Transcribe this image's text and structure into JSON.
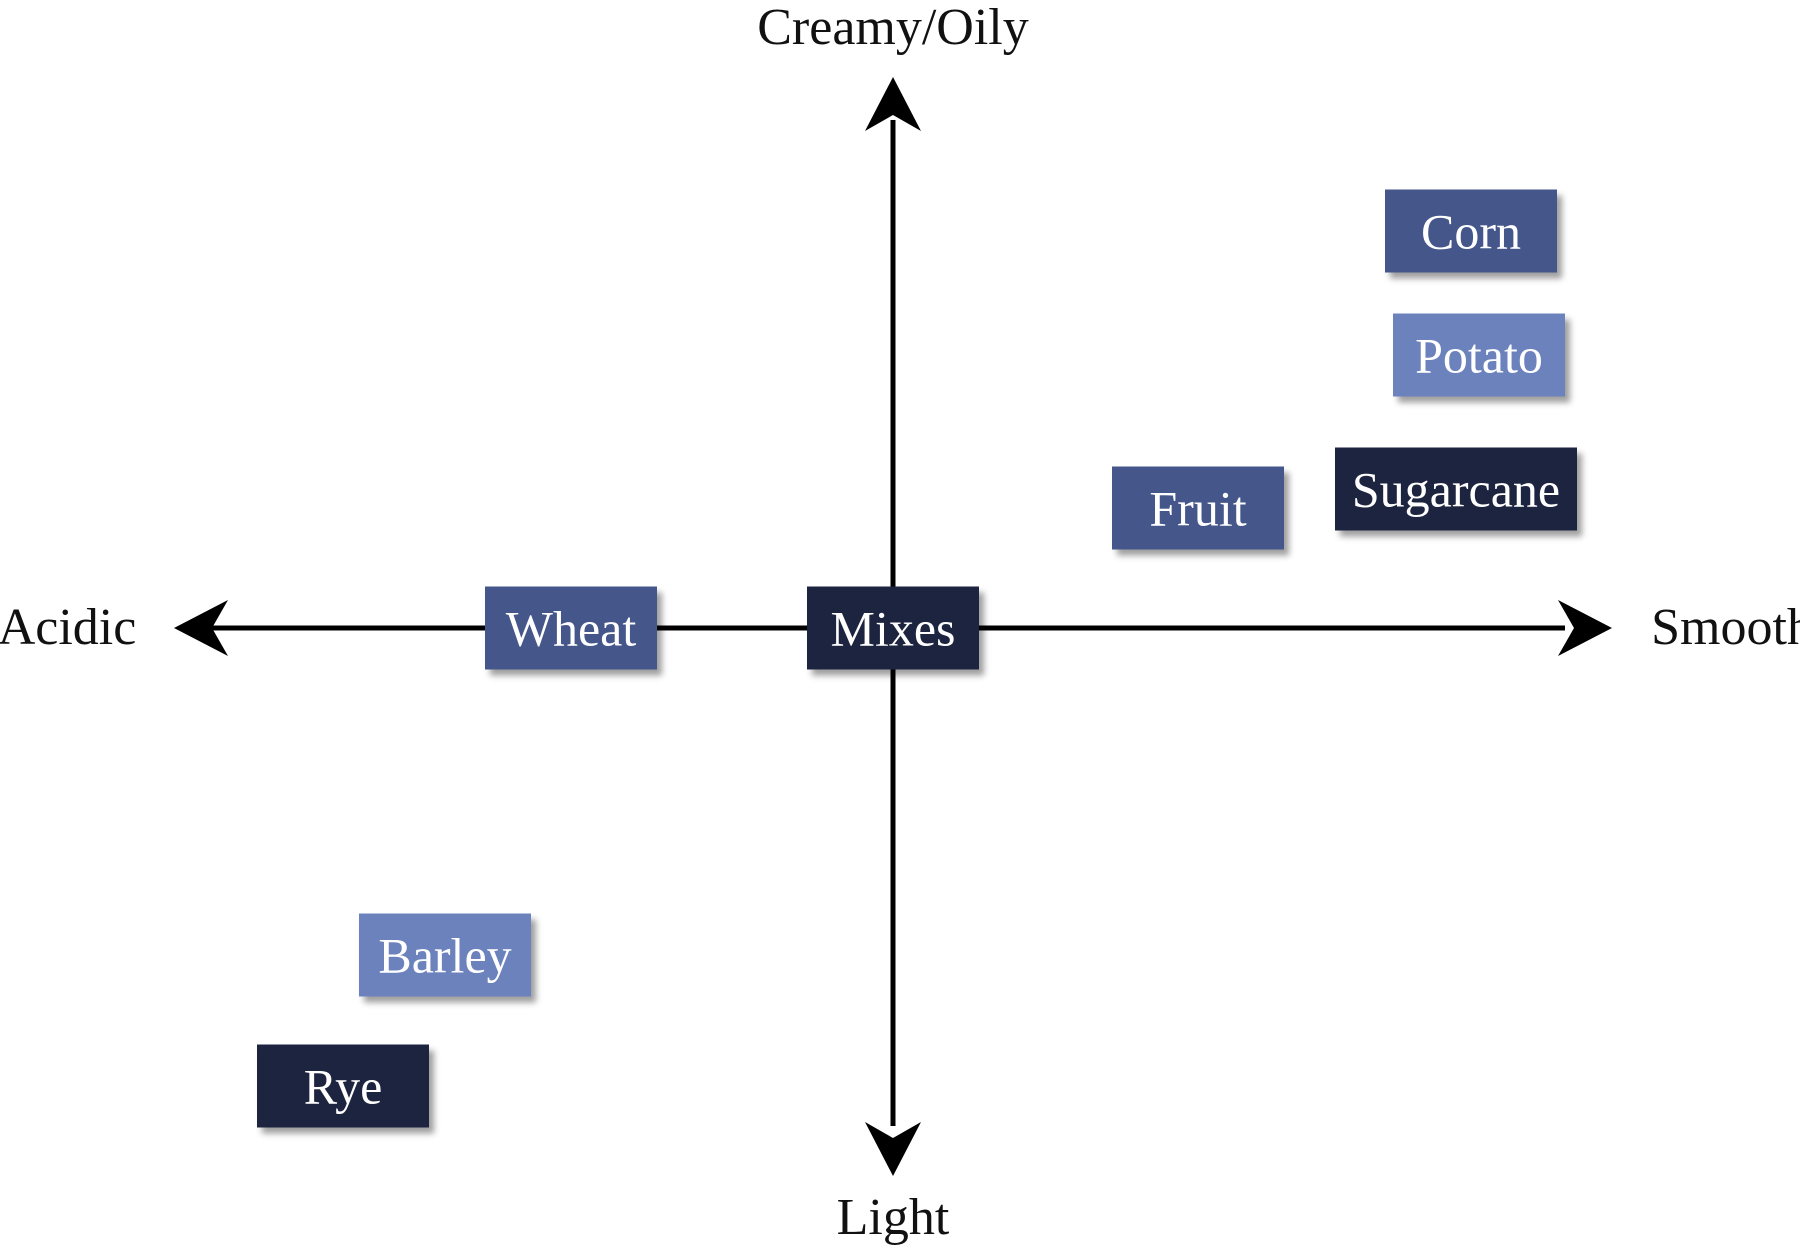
{
  "axes": {
    "top": "Creamy/Oily",
    "bottom": "Light",
    "left": "Acidic",
    "right": "Smooth"
  },
  "colors": {
    "axis": "#000000",
    "medium": "#44568a",
    "light": "#6c82bd",
    "dark": "#1d2440"
  },
  "nodes": [
    {
      "id": "corn",
      "label": "Corn",
      "shade": "medium"
    },
    {
      "id": "potato",
      "label": "Potato",
      "shade": "light"
    },
    {
      "id": "sugarcane",
      "label": "Sugarcane",
      "shade": "dark"
    },
    {
      "id": "fruit",
      "label": "Fruit",
      "shade": "medium"
    },
    {
      "id": "wheat",
      "label": "Wheat",
      "shade": "medium"
    },
    {
      "id": "mixes",
      "label": "Mixes",
      "shade": "dark"
    },
    {
      "id": "barley",
      "label": "Barley",
      "shade": "light"
    },
    {
      "id": "rye",
      "label": "Rye",
      "shade": "dark"
    }
  ]
}
